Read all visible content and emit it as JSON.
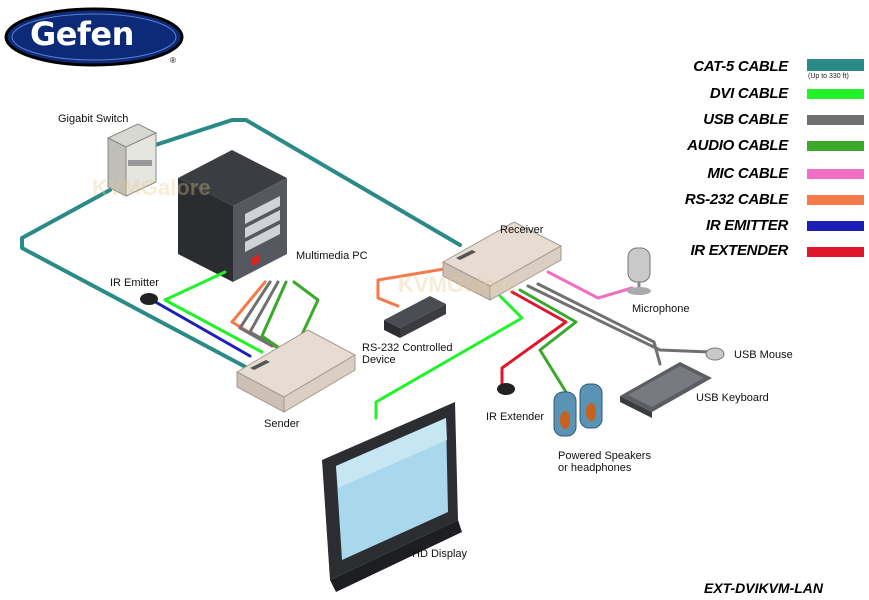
{
  "brand": {
    "name": "Gefen",
    "reg_mark": "®"
  },
  "devices": {
    "gigabit_switch": "Gigabit Switch",
    "multimedia_pc": "Multimedia PC",
    "ir_emitter": "IR Emitter",
    "sender": "Sender",
    "receiver": "Receiver",
    "rs232_device": "RS-232 Controlled\nDevice",
    "microphone": "Microphone",
    "usb_mouse": "USB Mouse",
    "usb_keyboard": "USB Keyboard",
    "ir_extender": "IR Extender",
    "speakers": "Powered Speakers\nor headphones",
    "hd_display": "HD Display"
  },
  "legend": {
    "items": [
      {
        "label": "CAT-5 CABLE",
        "color": "#2a8a87",
        "note": "(Up to 330 ft)"
      },
      {
        "label": "DVI CABLE",
        "color": "#22f22a"
      },
      {
        "label": "USB CABLE",
        "color": "#707070"
      },
      {
        "label": "AUDIO CABLE",
        "color": "#3aa82a"
      },
      {
        "label": "MIC CABLE",
        "color": "#f06fc4"
      },
      {
        "label": "RS-232 CABLE",
        "color": "#f47a4a"
      },
      {
        "label": "IR EMITTER",
        "color": "#1b1fb8"
      },
      {
        "label": "IR EXTENDER",
        "color": "#e0162a"
      }
    ]
  },
  "model": "EXT-DVIKVM-LAN",
  "watermark": "KVMGalore"
}
